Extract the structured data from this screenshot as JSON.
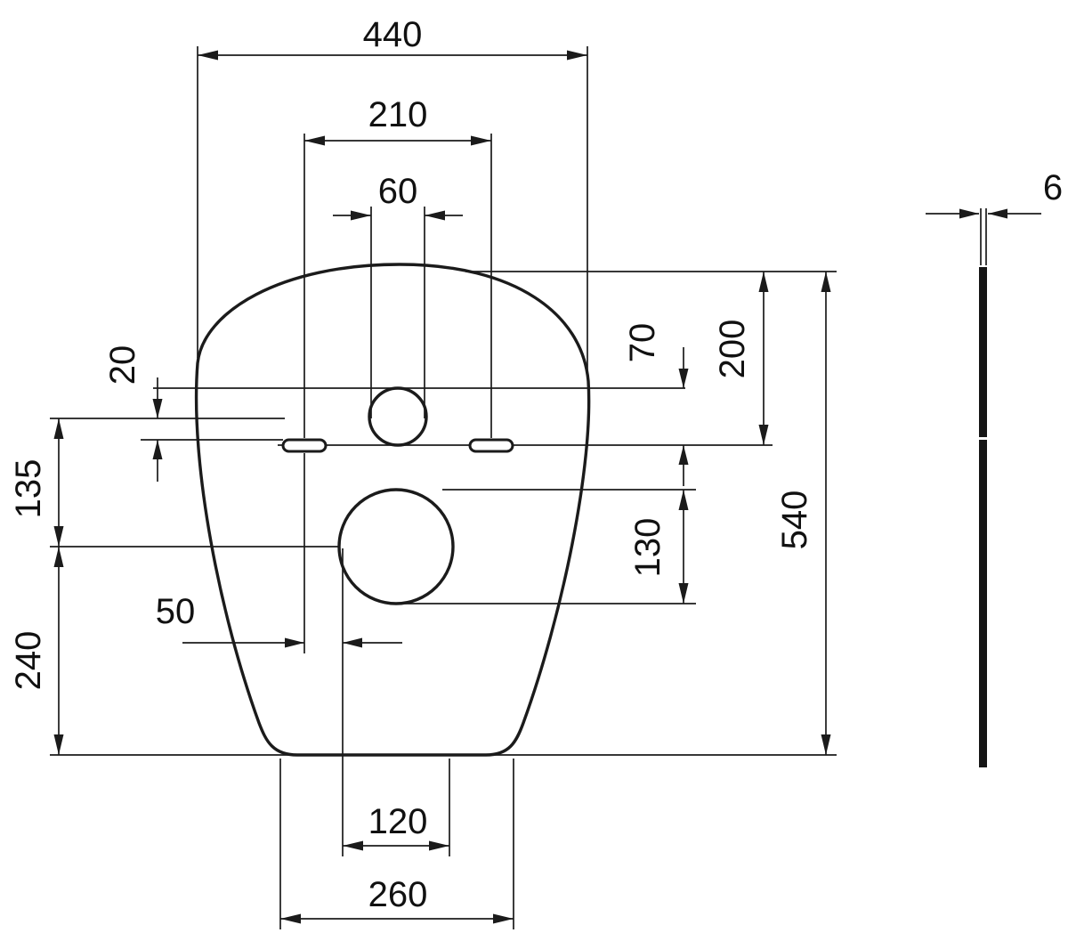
{
  "style": {
    "line_color": "#1b1b1b",
    "text_color": "#111111",
    "background": "#ffffff"
  },
  "front_view": {
    "top_dims": {
      "overall_width": "440",
      "slot_spacing": "210",
      "inlet_width": "60"
    },
    "left_dims": {
      "inlet_to_slots": "20",
      "slots_to_outlet": "135",
      "outlet_to_bottom": "240"
    },
    "right_dims": {
      "inlet_drop": "70",
      "top_to_slots": "200",
      "outlet_diameter": "130",
      "overall_height": "540"
    },
    "bottom_dims": {
      "inner_width": "120",
      "outer_width": "260"
    },
    "center_dims": {
      "outlet_offset": "50"
    }
  },
  "side_view": {
    "thickness": "6"
  }
}
